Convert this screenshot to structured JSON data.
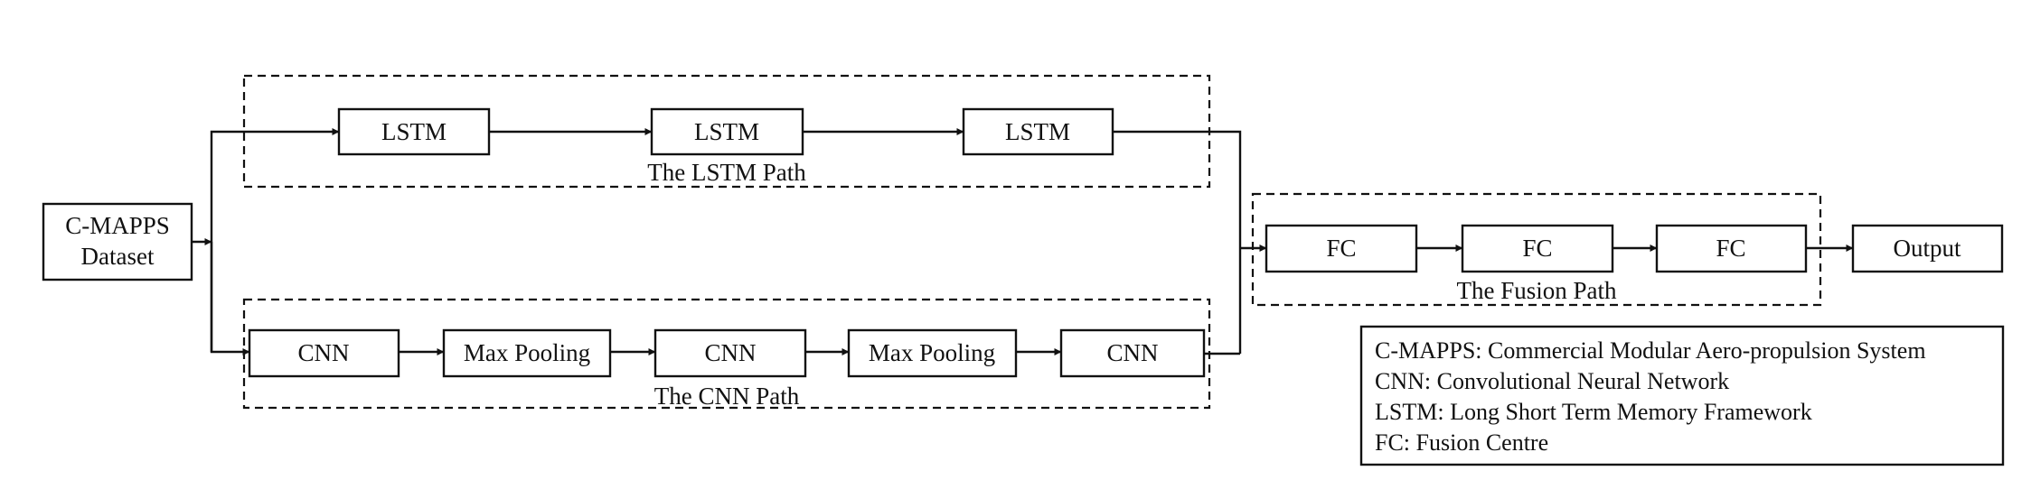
{
  "boxes": {
    "dataset": "C-MAPPS",
    "dataset_line2": "Dataset",
    "lstm1": "LSTM",
    "lstm2": "LSTM",
    "lstm3": "LSTM",
    "cnn1": "CNN",
    "pool1": "Max Pooling",
    "cnn2": "CNN",
    "pool2": "Max Pooling",
    "cnn3": "CNN",
    "fc1": "FC",
    "fc2": "FC",
    "fc3": "FC",
    "output": "Output"
  },
  "groups": {
    "lstm_path": "The LSTM Path",
    "cnn_path": "The CNN Path",
    "fusion_path": "The Fusion Path"
  },
  "legend": [
    "C-MAPPS: Commercial Modular Aero-propulsion System",
    "CNN: Convolutional Neural Network",
    "LSTM: Long Short Term Memory Framework",
    "FC: Fusion Centre"
  ]
}
